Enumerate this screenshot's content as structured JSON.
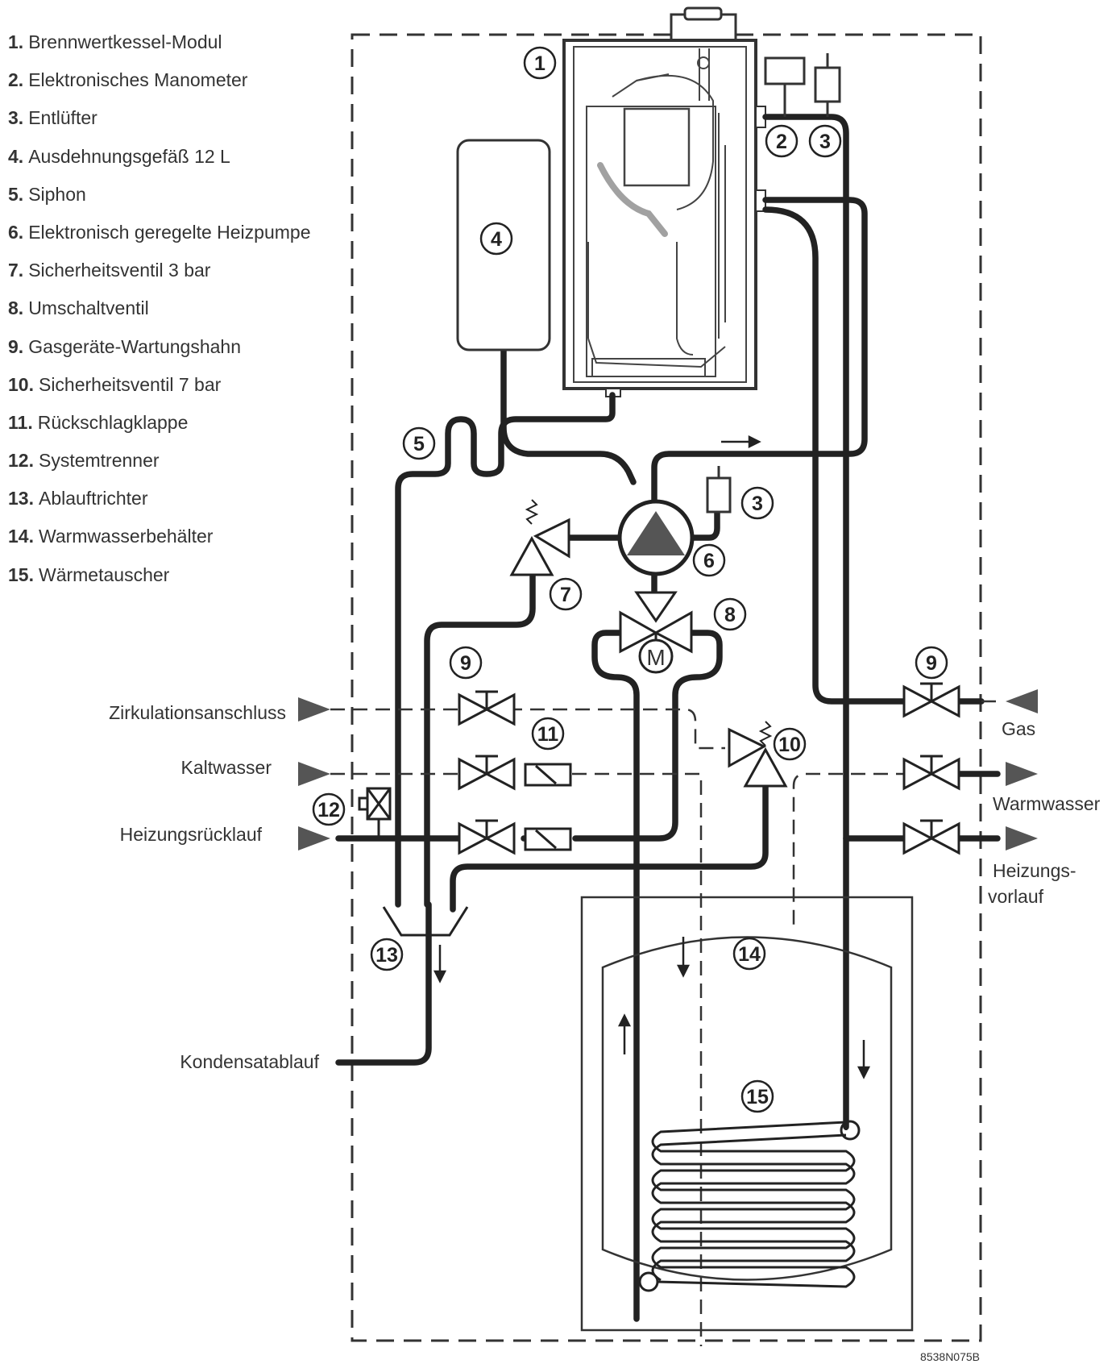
{
  "legend": [
    {
      "num": "1.",
      "text": "Brennwertkessel-Modul"
    },
    {
      "num": "2.",
      "text": "Elektronisches Manometer"
    },
    {
      "num": "3.",
      "text": "Entlüfter"
    },
    {
      "num": "4.",
      "text": "Ausdehnungsgefäß 12 L"
    },
    {
      "num": "5.",
      "text": "Siphon"
    },
    {
      "num": "6.",
      "text": "Elektronisch geregelte Heizpumpe"
    },
    {
      "num": "7.",
      "text": "Sicherheitsventil 3 bar"
    },
    {
      "num": "8.",
      "text": "Umschaltventil"
    },
    {
      "num": "9.",
      "text": "Gasgeräte-Wartungshahn"
    },
    {
      "num": "10.",
      "text": "Sicherheitsventil 7 bar"
    },
    {
      "num": "11.",
      "text": "Rückschlagklappe"
    },
    {
      "num": "12.",
      "text": "Systemtrenner"
    },
    {
      "num": "13.",
      "text": "Ablauftrichter"
    },
    {
      "num": "14.",
      "text": "Warmwasserbehälter"
    },
    {
      "num": "15.",
      "text": "Wärmetauscher"
    }
  ],
  "connections": {
    "zirkulation": "Zirkulationsanschluss",
    "kaltwasser": "Kaltwasser",
    "heizungsruecklauf": "Heizungsrücklauf",
    "kondensat": "Kondensatablauf",
    "gas": "Gas",
    "warmwasser": "Warmwasser",
    "heizungsvorlauf_1": "Heizungs-",
    "heizungsvorlauf_2": "vorlauf"
  },
  "callouts": {
    "c1": "1",
    "c2": "2",
    "c3a": "3",
    "c3b": "3",
    "c4": "4",
    "c5": "5",
    "c6": "6",
    "c7": "7",
    "c8": "8",
    "c9a": "9",
    "c9b": "9",
    "c10": "10",
    "c11": "11",
    "c12": "12",
    "c13": "13",
    "c14": "14",
    "c15": "15"
  },
  "motor_label": "M",
  "drawing_code": "8538N075B",
  "colors": {
    "pipe": "#222222",
    "line": "#333333",
    "pump": "#555555"
  }
}
